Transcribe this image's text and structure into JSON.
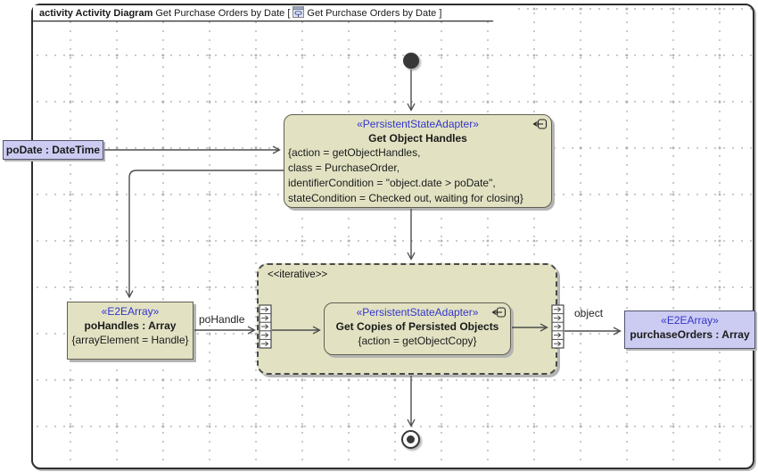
{
  "frame": {
    "keyword": "activity Activity Diagram",
    "title_before_bracket": "Get Purchase Orders by Date [",
    "title_in_bracket": "Get Purchase Orders by Date ]",
    "diagram_icon": "activity-diagram-icon"
  },
  "nodes": {
    "poDate": {
      "label": "poDate : DateTime"
    },
    "getObjectHandles": {
      "stereotype": "«PersistentStateAdapter»",
      "name": "Get Object Handles",
      "properties": [
        "{action = getObjectHandles,",
        "class = PurchaseOrder,",
        "identifierCondition = \"object.date > poDate\",",
        "stateCondition = Checked out, waiting for closing}"
      ]
    },
    "iterativeRegion": {
      "keyword": "<<iterative>>"
    },
    "getCopies": {
      "stereotype": "«PersistentStateAdapter»",
      "name": "Get Copies of Persisted Objects",
      "property": "{action = getObjectCopy}"
    },
    "poHandles": {
      "stereotype": "«E2EArray»",
      "name": "poHandles : Array",
      "property": "{arrayElement = Handle}"
    },
    "purchaseOrders": {
      "stereotype": "«E2EArray»",
      "name": "purchaseOrders : Array"
    }
  },
  "edge_labels": {
    "poHandle": "poHandle",
    "object": "object"
  },
  "colors": {
    "node_fill": "#e2e2c3",
    "object_fill": "#ccccf2",
    "stereotype_text": "#3434cb",
    "edge": "#4d4d4d"
  }
}
